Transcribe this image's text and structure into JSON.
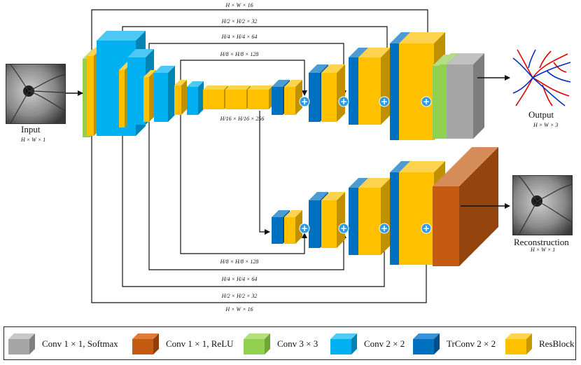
{
  "dims": {
    "input": "H × W × 1",
    "output": "H × W × 3",
    "reconstruction": "H × W × 1",
    "skip1_top": "H × W × 16",
    "skip2_top": "H/2 × H/2 × 32",
    "skip3_top": "H/4 × H/4 × 64",
    "skip4_top": "H/8 × H/8 × 128",
    "bottleneck": "H/16 × H/16 × 256",
    "skip4_bot": "H/8 × H/8 × 128",
    "skip3_bot": "H/4 × H/4 × 64",
    "skip2_bot": "H/2 × H/2 × 32",
    "skip1_bot": "H × W × 16"
  },
  "captions": {
    "input": "Input",
    "output": "Output",
    "reconstruction": "Reconstruction"
  },
  "add_symbol": "+",
  "colors": {
    "gray": "#A6A6A6",
    "orange": "#C55A11",
    "green": "#92D050",
    "cyan": "#00B0F0",
    "blue": "#0070C0",
    "yellow": "#FFC000"
  },
  "legend": [
    {
      "label": "Conv 1 × 1, Softmax",
      "color": "gray"
    },
    {
      "label": "Conv 1 × 1, ReLU",
      "color": "orange"
    },
    {
      "label": "Conv 3 × 3",
      "color": "green"
    },
    {
      "label": "Conv 2 × 2",
      "color": "cyan"
    },
    {
      "label": "TrConv 2 × 2",
      "color": "blue"
    },
    {
      "label": "ResBlock",
      "color": "yellow"
    }
  ]
}
